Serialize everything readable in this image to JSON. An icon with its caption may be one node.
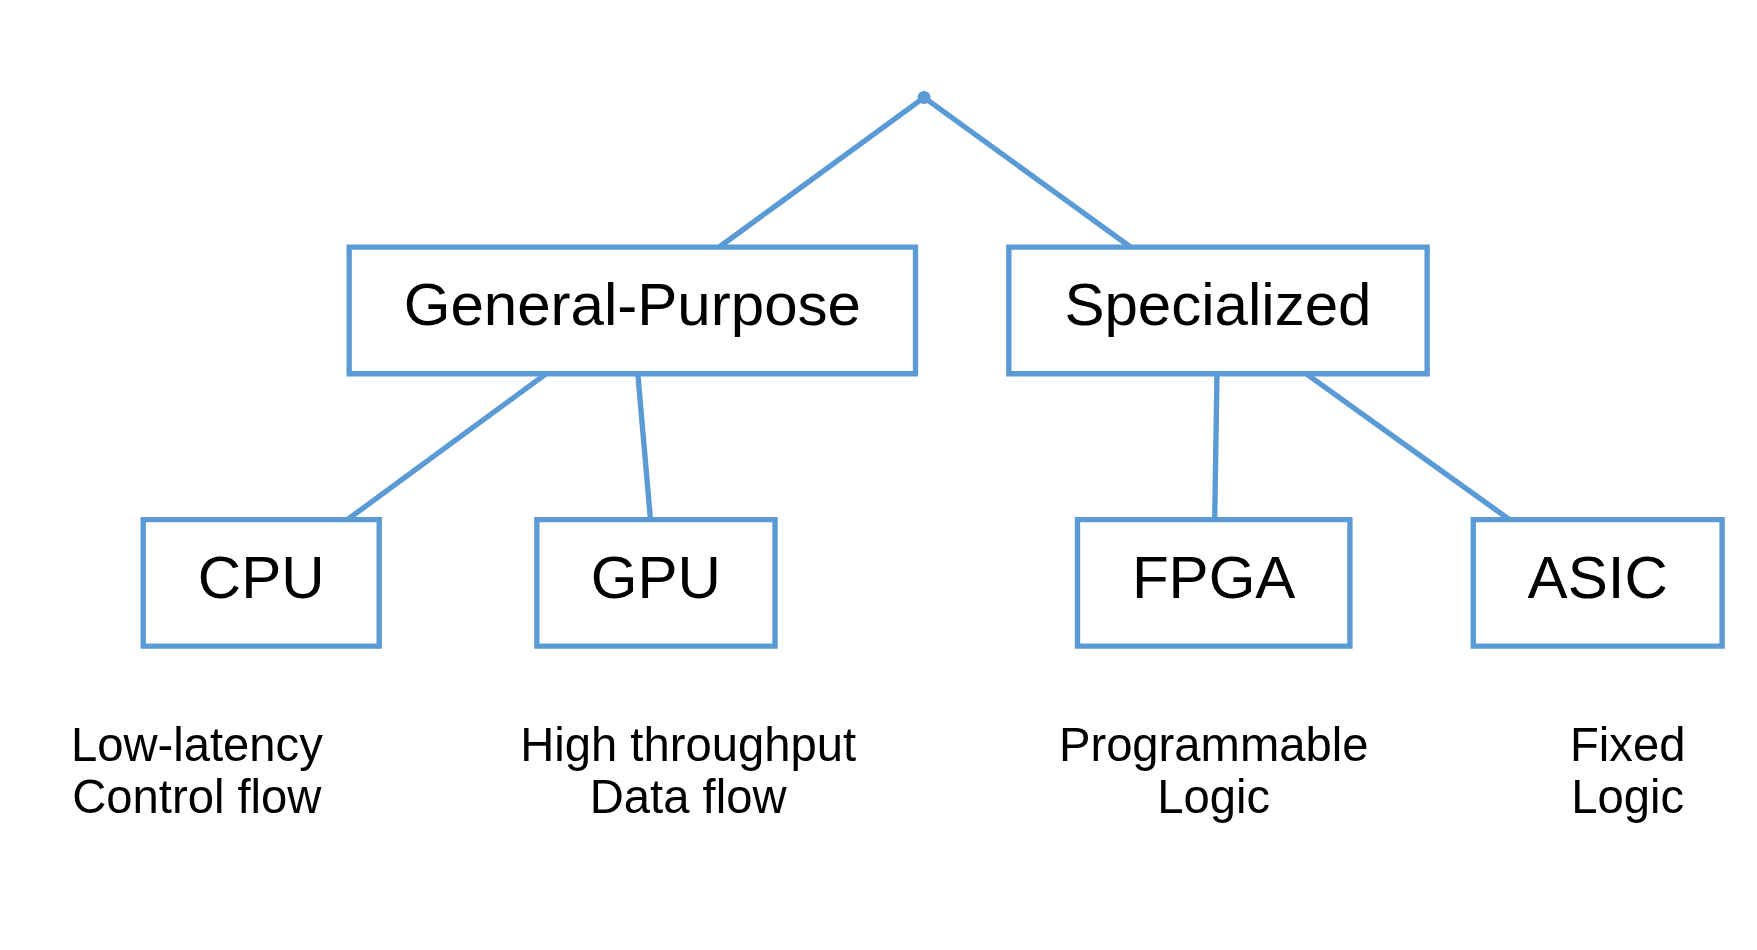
{
  "diagram": {
    "nodes": [
      {
        "text": [],
        "shape": "point"
      },
      {
        "text": [
          "General-Purpose"
        ]
      },
      {
        "text": [
          "Specialized"
        ]
      },
      {
        "text": [
          "CPU"
        ],
        "beside": [
          "Low-latency Control flow"
        ]
      },
      {
        "text": [
          "GPU"
        ],
        "beside": [
          "High throughput Data flow"
        ]
      },
      {
        "text": [
          "FPGA"
        ],
        "beside": [
          "Programmable Logic"
        ]
      },
      {
        "text": [
          "ASIC"
        ],
        "beside": [
          "Fixed Logic"
        ]
      }
    ],
    "edges": [
      {
        "from": 0,
        "to": 1,
        "arrow": "none"
      },
      {
        "from": 0,
        "to": 2,
        "arrow": "none"
      },
      {
        "from": 1,
        "to": 3,
        "arrow": "none"
      },
      {
        "from": 1,
        "to": 4,
        "arrow": "none"
      },
      {
        "from": 2,
        "to": 5,
        "arrow": "none"
      },
      {
        "from": 2,
        "to": 6,
        "arrow": "none"
      }
    ]
  }
}
